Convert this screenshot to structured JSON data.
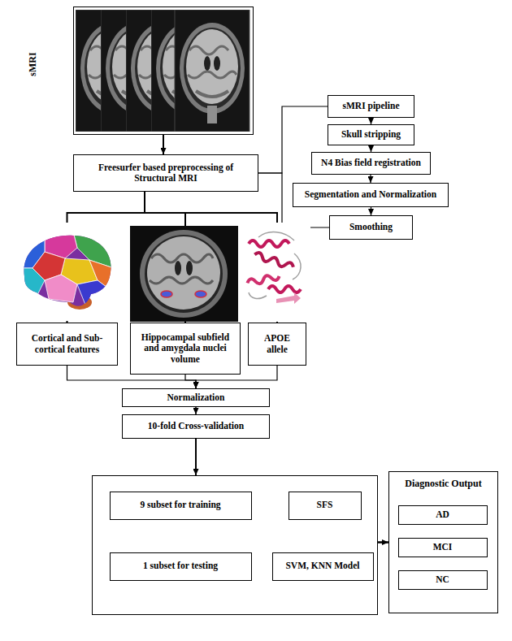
{
  "diagram": {
    "nodes": [
      {
        "text": [
          "sMRI"
        ]
      },
      {
        "text": [
          "Freesurfer based preprocessing of Structural MRI"
        ]
      },
      {
        "text": [
          "sMRI pipeline"
        ]
      },
      {
        "text": [
          "Skull stripping"
        ]
      },
      {
        "text": [
          "N4 Bias field registration"
        ]
      },
      {
        "text": [
          "Segmentation and Normalization"
        ]
      },
      {
        "text": [
          "Smoothing"
        ]
      },
      {
        "text": [
          "Cortical and Sub-cortical features"
        ]
      },
      {
        "text": [
          "Hippocampal subfield and amygdala nuclei volume"
        ]
      },
      {
        "text": [
          "APOE allele"
        ]
      },
      {
        "text": [
          "Normalization"
        ]
      },
      {
        "text": [
          "10-fold Cross-validation"
        ]
      },
      {
        "text": []
      },
      {
        "text": [
          "9 subset for training"
        ],
        "in": 12
      },
      {
        "text": [
          "SFS"
        ],
        "in": 12
      },
      {
        "text": [
          "1 subset for testing"
        ],
        "in": 12
      },
      {
        "text": [
          "SVM, KNN Model"
        ],
        "in": 12
      },
      {
        "text": [
          "Diagnostic Output"
        ]
      },
      {
        "text": [
          "AD"
        ],
        "in": 17
      },
      {
        "text": [
          "MCI"
        ],
        "in": 17
      },
      {
        "text": [
          "NC"
        ],
        "in": 17
      }
    ],
    "edges": [
      {
        "from": 0,
        "to": 1,
        "arrow": "to"
      },
      {
        "from": 1,
        "to": 2,
        "arrow": "none"
      },
      {
        "from": 1,
        "to": 6,
        "arrow": "none"
      },
      {
        "from": 2,
        "to": 3,
        "arrow": "to"
      },
      {
        "from": 3,
        "to": 4,
        "arrow": "to"
      },
      {
        "from": 4,
        "to": 5,
        "arrow": "to"
      },
      {
        "from": 5,
        "to": 6,
        "arrow": "to"
      },
      {
        "from": 1,
        "to": 7,
        "arrow": "none"
      },
      {
        "from": 1,
        "to": 8,
        "arrow": "none"
      },
      {
        "from": 1,
        "to": 9,
        "arrow": "none"
      },
      {
        "from": 7,
        "to": 10,
        "arrow": "to"
      },
      {
        "from": 8,
        "to": 10,
        "arrow": "to"
      },
      {
        "from": 9,
        "to": 10,
        "arrow": "to"
      },
      {
        "from": 10,
        "to": 11,
        "arrow": "to"
      },
      {
        "from": 11,
        "to": 12,
        "arrow": "to"
      },
      {
        "from": 13,
        "to": 14,
        "arrow": "to"
      },
      {
        "from": 14,
        "to": 16,
        "arrow": "to"
      },
      {
        "from": 15,
        "to": 16,
        "arrow": "to"
      },
      {
        "from": 12,
        "to": 17,
        "arrow": "to"
      }
    ]
  }
}
